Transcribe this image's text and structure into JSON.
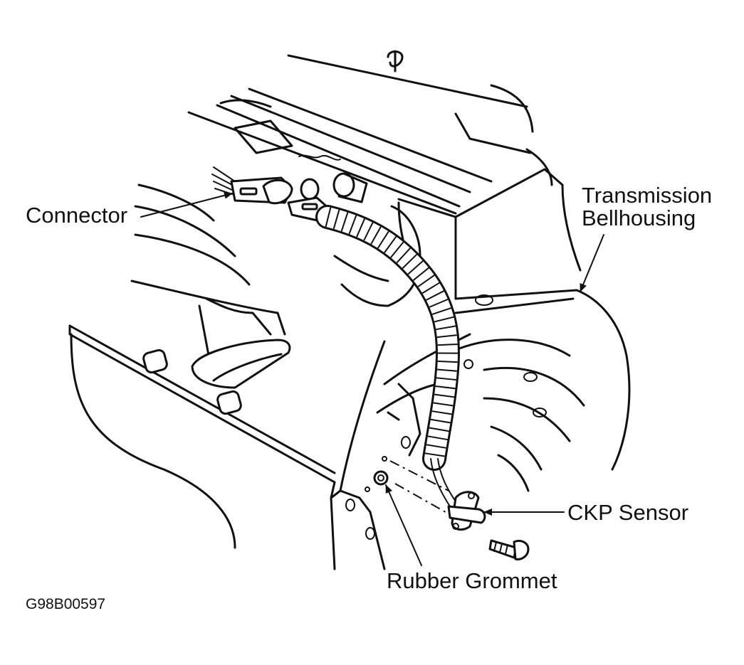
{
  "labels": {
    "connector": "Connector",
    "transmission_bellhousing_line1": "Transmission",
    "transmission_bellhousing_line2": "Bellhousing",
    "ckp_sensor": "CKP Sensor",
    "rubber_grommet": "Rubber Grommet"
  },
  "figure_code": "G98B00597",
  "colors": {
    "ink": "#111111",
    "paper": "#ffffff"
  }
}
